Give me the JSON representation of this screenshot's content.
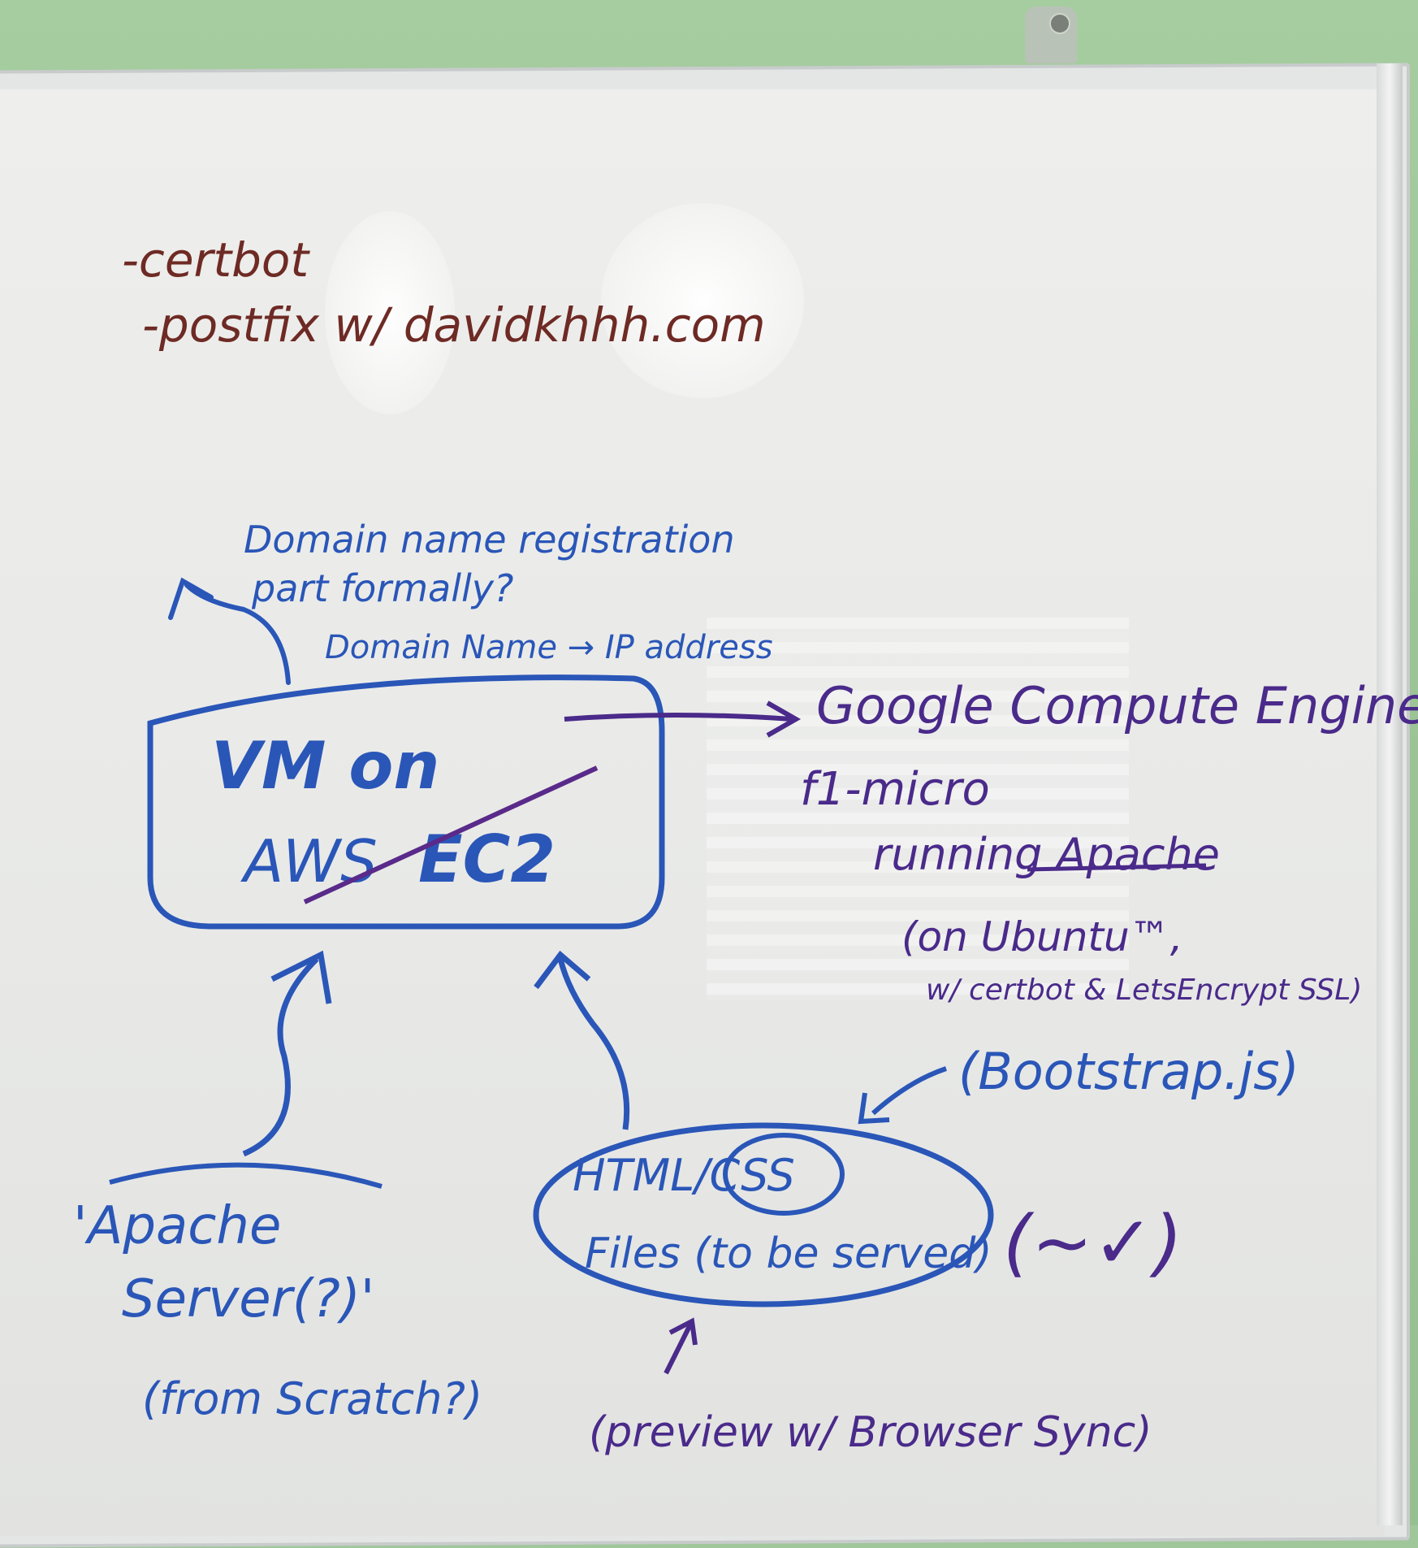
{
  "notes": {
    "line1": "-certbot",
    "line2": "-postfix w/ davidkhhh.com",
    "domain_q1": "Domain name registration",
    "domain_q2": "part formally?",
    "dns": "Domain Name → IP address",
    "vm1": "VM on",
    "vm2_struck": "AWS",
    "vm2": "EC2",
    "gce": "Google Compute Engine",
    "f1": "f1-micro",
    "running": "running Apache",
    "ubuntu": "(on Ubuntu™,",
    "certbot": "w/ certbot & LetsEncrypt SSL)",
    "bootstrap": "(Bootstrap.js)",
    "html1": "HTML/CSS",
    "html2": "Files (to be served)",
    "check": "(~✓)",
    "preview": "(preview w/ Browser Sync)",
    "apache1": "'Apache",
    "apache2": "Server(?)'",
    "scratch": "(from Scratch?)"
  },
  "colors": {
    "wall": "#9fc79a",
    "board": "#ebebe9",
    "marker_brown": "#6e2a24",
    "marker_blue": "#2a56b8",
    "marker_purple": "#4a2a8a"
  }
}
